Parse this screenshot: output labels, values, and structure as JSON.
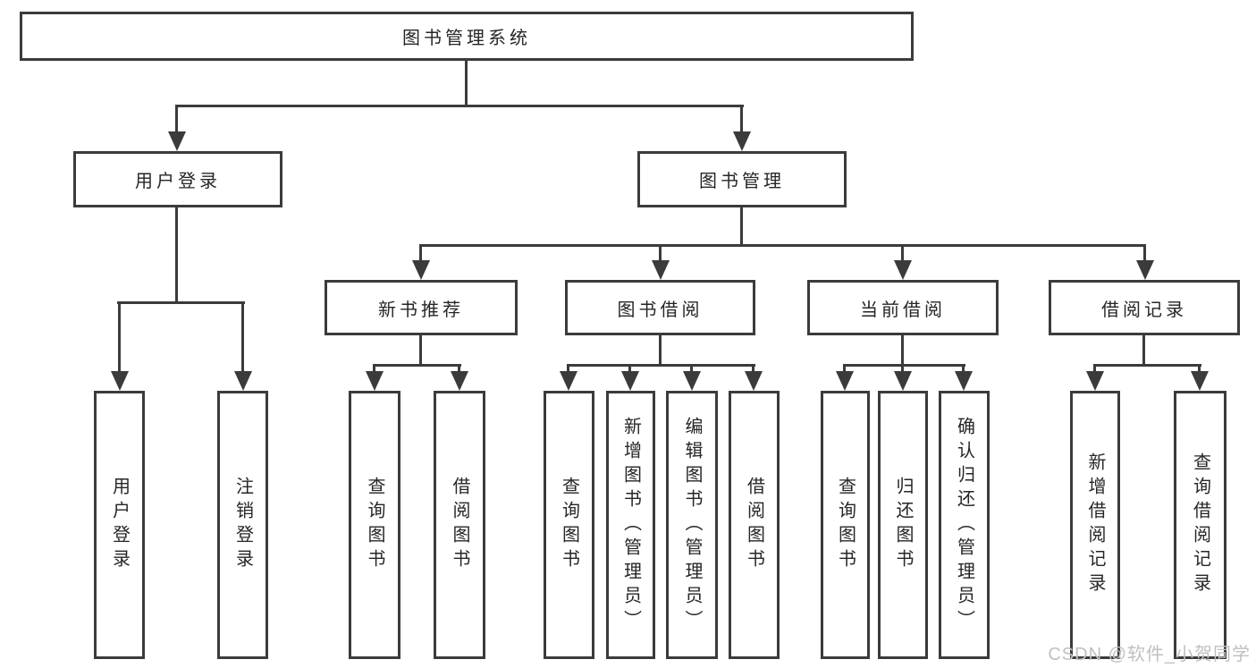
{
  "diagram": {
    "title": "图书管理系统",
    "level2": {
      "user_login": "用户登录",
      "book_mgmt": "图书管理"
    },
    "level3": {
      "new_book": "新书推荐",
      "book_borrow": "图书借阅",
      "current_borrow": "当前借阅",
      "borrow_record": "借阅记录"
    },
    "leaves": {
      "user_login": "用户登录",
      "logout": "注销登录",
      "recommend_query": "查询图书",
      "recommend_borrow": "借阅图书",
      "borrow_query": "查询图书",
      "borrow_add_admin": "新增图书（管理员）",
      "borrow_edit_admin": "编辑图书（管理员）",
      "borrow_borrow": "借阅图书",
      "current_query": "查询图书",
      "current_return": "归还图书",
      "current_confirm_admin": "确认归还（管理员）",
      "record_add": "新增借阅记录",
      "record_query": "查询借阅记录"
    }
  },
  "watermark": {
    "text": "CSDN @软件_小贺同学"
  },
  "colors": {
    "line": "#3b3b3b",
    "text": "#262626",
    "background": "#ffffff",
    "watermark": "#c0c0c0"
  }
}
